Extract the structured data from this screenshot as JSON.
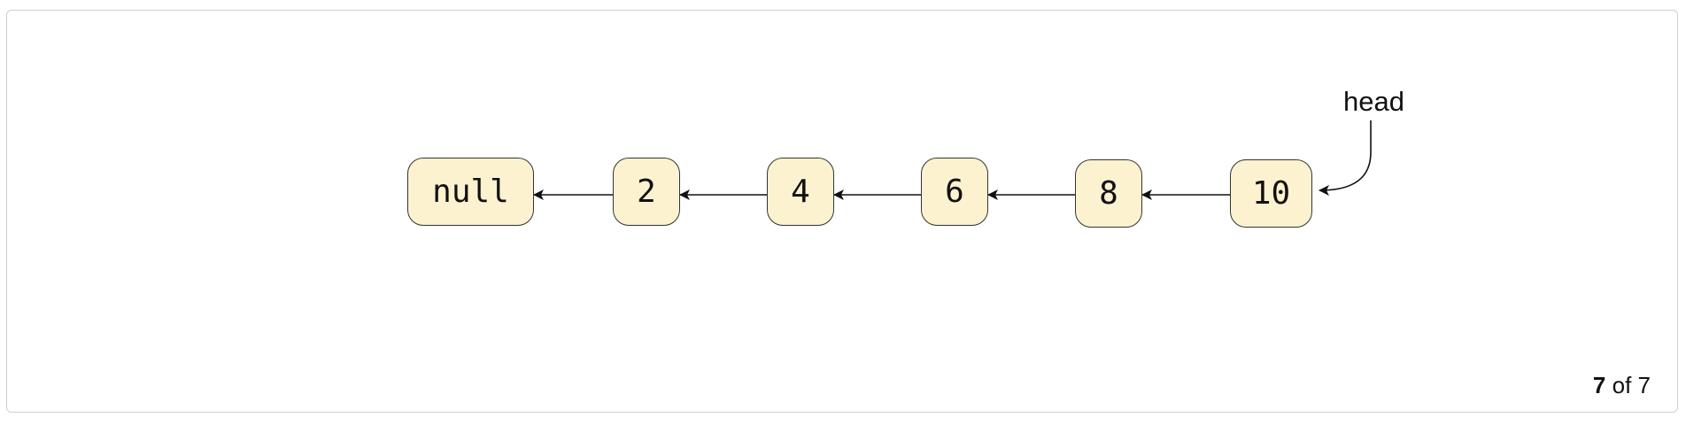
{
  "nodes": [
    "null",
    "2",
    "4",
    "6",
    "8",
    "10"
  ],
  "head_label": "head",
  "pager": {
    "current": "7",
    "separator": "of",
    "total": "7"
  },
  "colors": {
    "node_fill": "#fdf2d0",
    "node_border": "#333333",
    "arrow": "#111111",
    "frame_border": "#cfcfcf"
  }
}
